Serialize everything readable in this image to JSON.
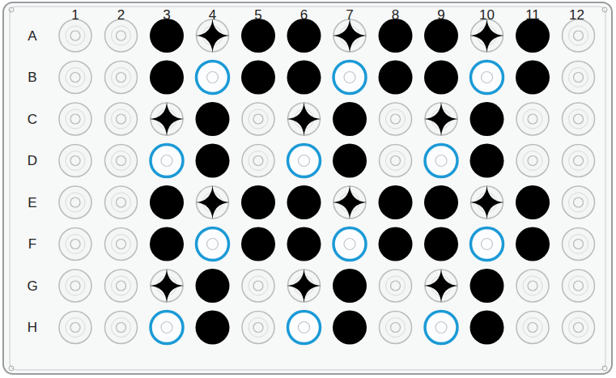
{
  "diagram": {
    "labels": [
      "1",
      "2",
      "3",
      "4",
      "5",
      "6",
      "7",
      "8",
      "9",
      "10",
      "11",
      "12",
      "A",
      "B",
      "C",
      "D",
      "E",
      "F",
      "G",
      "H"
    ]
  }
}
